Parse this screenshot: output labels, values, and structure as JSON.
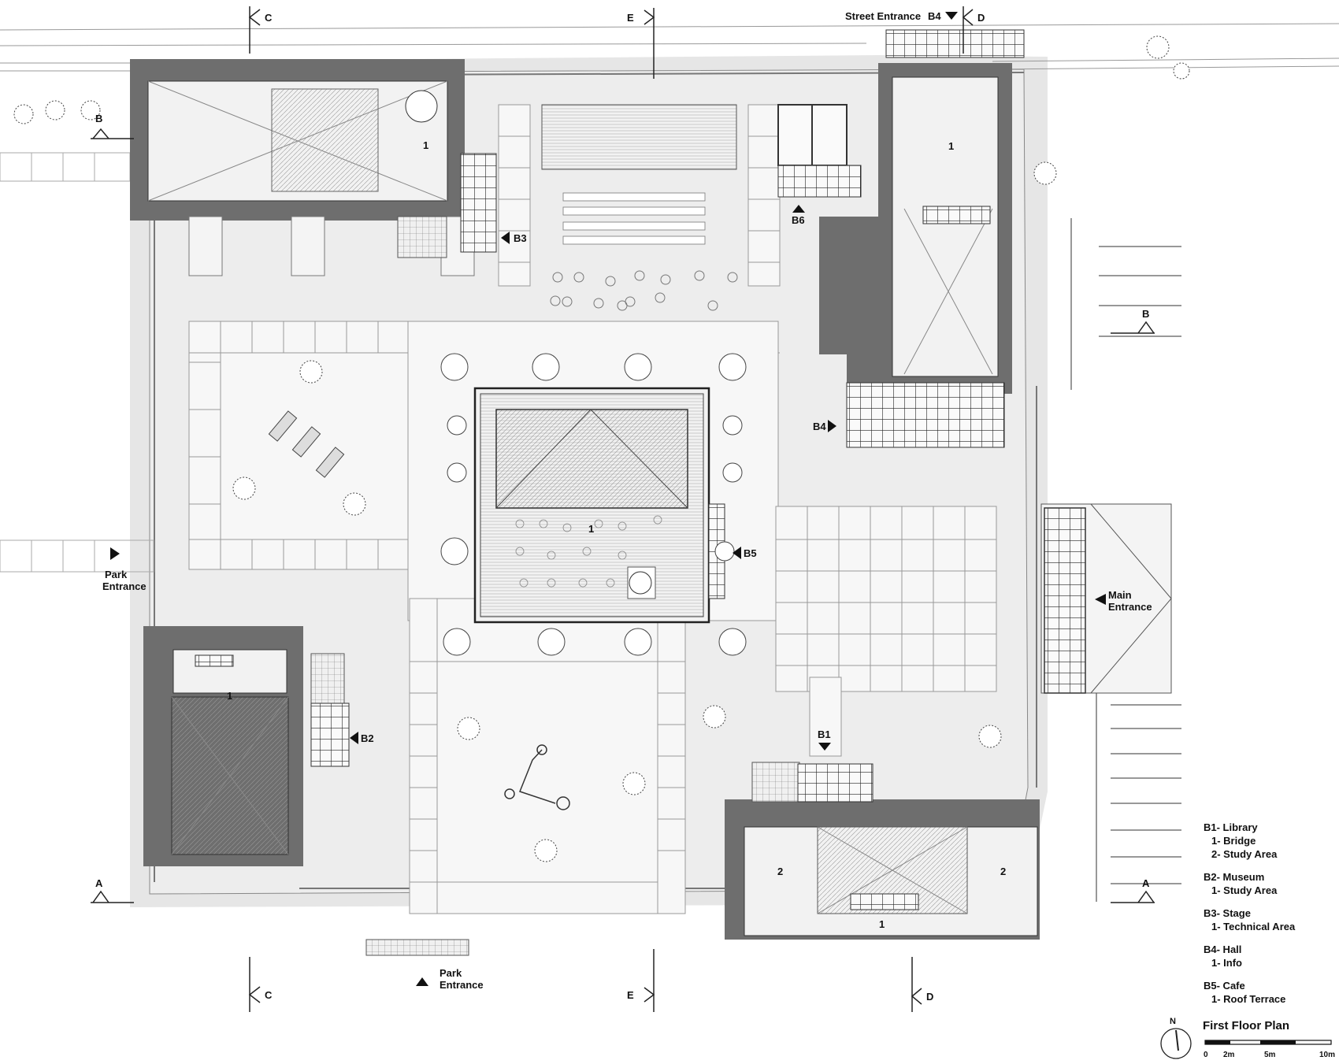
{
  "title": "First Floor Plan",
  "north": "N",
  "scale": {
    "ticks": [
      "0",
      "2m",
      "5m",
      "10m"
    ]
  },
  "sections": {
    "c": "C",
    "e": "E",
    "d": "D",
    "b": "B",
    "a": "A"
  },
  "entrances": {
    "street": "Street Entrance",
    "street_tag": "B4",
    "park_west_line1": "Park",
    "park_west_line2": "Entrance",
    "park_south_line1": "Park",
    "park_south_line2": "Entrance",
    "main_line1": "Main",
    "main_line2": "Entrance"
  },
  "building_tags": {
    "b1": "B1",
    "b2": "B2",
    "b3": "B3",
    "b4": "B4",
    "b5": "B5",
    "b6": "B6"
  },
  "room_numbers": {
    "nw": "1",
    "ne": "1",
    "cafe": "1",
    "sw": "1",
    "se_center": "1",
    "se_left": "2",
    "se_right": "2"
  },
  "legend": [
    {
      "name": "B1- Library",
      "items": [
        "1- Bridge",
        "2- Study Area"
      ]
    },
    {
      "name": "B2- Museum",
      "items": [
        "1- Study Area"
      ]
    },
    {
      "name": "B3- Stage",
      "items": [
        "1- Technical Area"
      ]
    },
    {
      "name": "B4- Hall",
      "items": [
        "1- Info"
      ]
    },
    {
      "name": "B5- Cafe",
      "items": [
        "1- Roof Terrace"
      ]
    }
  ],
  "colors": {
    "wall": "#6e6e6e",
    "ground": "#e8e8e8",
    "paving": "#f4f4f4",
    "line": "#555555"
  },
  "icons": [
    "north-arrow-icon",
    "tree-icon",
    "section-arrow-icon",
    "entrance-arrow-icon"
  ]
}
